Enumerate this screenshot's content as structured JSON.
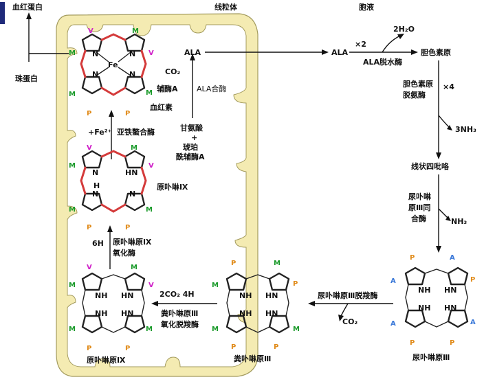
{
  "colors": {
    "membrane_fill": "#f4ebb2",
    "membrane_stroke": "#a39b5e",
    "enzyme_red": "#e0342c",
    "sub_V": "#d020c8",
    "sub_M": "#1a9a2a",
    "sub_P": "#e08a18",
    "sub_A": "#3a78d8",
    "bond_red": "#d43a3a",
    "slide_marker": "#1f2a7a"
  },
  "compartments": {
    "mito": "线粒体",
    "cyto": "胞液"
  },
  "left": {
    "hemoglobin": "血红蛋白",
    "globin": "珠蛋白"
  },
  "mito": {
    "ala": "ALA",
    "co2": "CO₂",
    "coA": "辅酶A",
    "ala_synthase": "ALA合酶",
    "substrate": [
      "甘氨酸",
      "+",
      "琥珀",
      "酰辅酶A"
    ],
    "heme": "血红素",
    "fe2": "+Fe²⁺",
    "ferrochelatase": "亚铁螯合酶",
    "protoIX": "原卟啉Ⅸ",
    "six_h": "6H",
    "oxidase": [
      "原卟啉原Ⅸ",
      "氧化酶"
    ],
    "protogenIX": "原卟啉原Ⅸ",
    "co2_4h": "2CO₂ 4H",
    "decarbox": [
      "粪卟啉原Ⅲ",
      "氧化脱羧酶"
    ],
    "fe_label": "Fe"
  },
  "cyto": {
    "ala": "ALA",
    "x2": "×2",
    "h2o": "2H₂O",
    "dehydratase": "ALA脱水酶",
    "pbg": "胆色素原",
    "deaminase": [
      "胆色素原",
      "脱氨酶"
    ],
    "x4": "×4",
    "nh3_3": "3NH₃",
    "linear": "线状四吡咯",
    "cosynthase": [
      "尿卟啉",
      "原Ⅲ同",
      "合酶"
    ],
    "nh3": "NH₃",
    "uroIII": "尿卟啉原Ⅲ",
    "uro_decarb": "尿卟啉原Ⅲ脱羧酶",
    "co2": "CO₂",
    "coproIII": "粪卟啉原Ⅲ"
  },
  "subs": {
    "V": "V",
    "M": "M",
    "P": "P",
    "A": "A"
  },
  "ring_labels": {
    "N": "N",
    "HN": "HN",
    "NH": "NH",
    "H": "H"
  }
}
